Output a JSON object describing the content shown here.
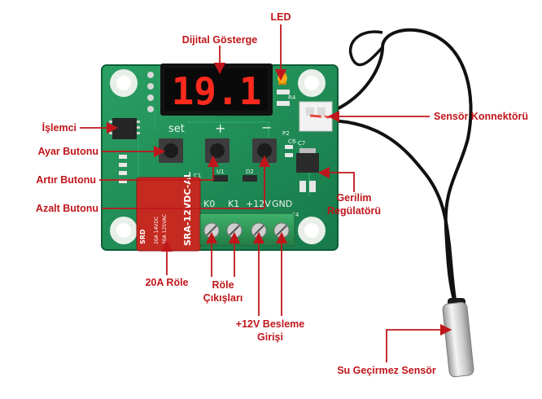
{
  "labels": {
    "led": "LED",
    "display": "Dijital Gösterge",
    "processor": "İşlemci",
    "set_button": "Ayar Butonu",
    "up_button": "Artır Butonu",
    "down_button": "Azalt Butonu",
    "sensor_connector": "Sensör Konnektörü",
    "voltage_regulator_1": "Gerilim",
    "voltage_regulator_2": "Regülatörü",
    "relay": "20A Röle",
    "relay_outputs_1": "Röle",
    "relay_outputs_2": "Çıkışları",
    "power_input_1": "+12V Besleme",
    "power_input_2": "Girişi",
    "waterproof_sensor": "Su Geçirmez Sensör"
  },
  "board": {
    "display_digits": "19.1",
    "button_set": "set",
    "button_plus": "+",
    "button_minus": "−",
    "relay_text": "SRA-12VDC-AL",
    "relay_brand": "SRD",
    "relay_rating_1": "20A 14VDC",
    "relay_rating_2": "20A 125VAC",
    "terminal_k0": "K0",
    "terminal_k1": "K1",
    "terminal_12v": "+12V",
    "terminal_gnd": "GND",
    "silk_c1": "C1",
    "silk_c4": "C4",
    "silk_c6": "C6",
    "silk_c7": "C7",
    "silk_u1": "U1",
    "silk_d2": "D2",
    "silk_p2": "P2",
    "silk_r4": "R4"
  },
  "colors": {
    "label_red": "#c0161b",
    "pcb_green": "#1f8c55",
    "segment_red": "#ff2a1e",
    "relay_red": "#c42a20",
    "terminal_green": "#2f9a58"
  }
}
